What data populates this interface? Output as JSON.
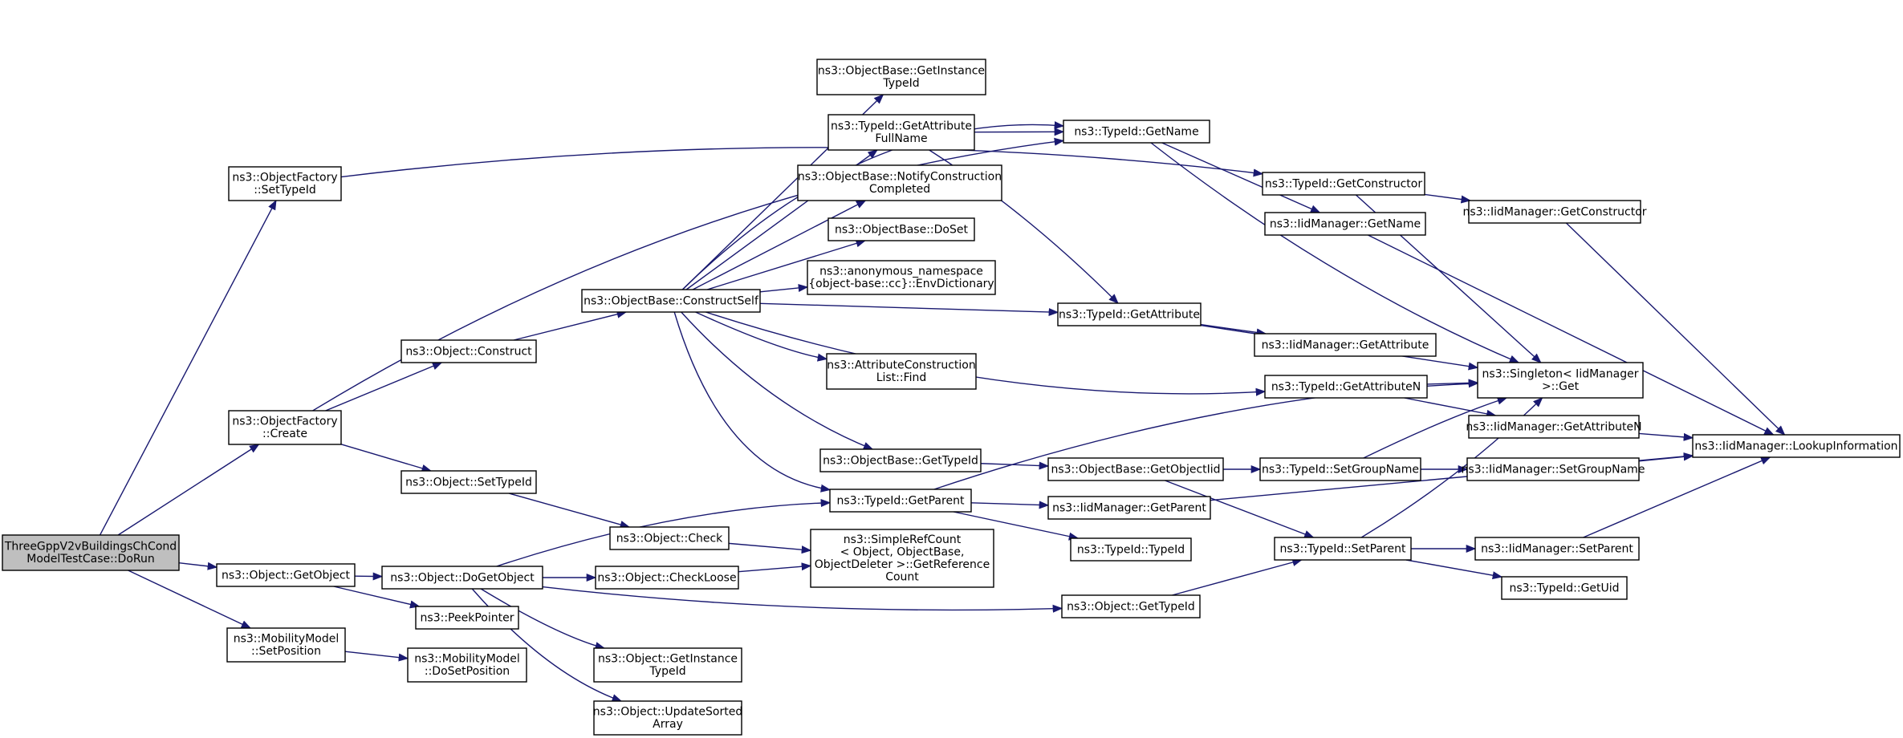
{
  "graph": {
    "edge_color": "#191970",
    "root_fill": "#bfbfbf",
    "nodes": [
      {
        "id": "root",
        "lines": [
          "ThreeGppV2vBuildingsChCond",
          "ModelTestCase::DoRun"
        ]
      },
      {
        "id": "of_settypeid",
        "lines": [
          "ns3::ObjectFactory",
          "::SetTypeId"
        ]
      },
      {
        "id": "of_create",
        "lines": [
          "ns3::ObjectFactory",
          "::Create"
        ]
      },
      {
        "id": "o_getobject",
        "lines": [
          "ns3::Object::GetObject"
        ]
      },
      {
        "id": "mm_setpos",
        "lines": [
          "ns3::MobilityModel",
          "::SetPosition"
        ]
      },
      {
        "id": "o_construct",
        "lines": [
          "ns3::Object::Construct"
        ]
      },
      {
        "id": "o_settypeid",
        "lines": [
          "ns3::Object::SetTypeId"
        ]
      },
      {
        "id": "o_dogetobject",
        "lines": [
          "ns3::Object::DoGetObject"
        ]
      },
      {
        "id": "peekpointer",
        "lines": [
          "ns3::PeekPointer"
        ]
      },
      {
        "id": "mm_dosetpos",
        "lines": [
          "ns3::MobilityModel",
          "::DoSetPosition"
        ]
      },
      {
        "id": "ob_constructself",
        "lines": [
          "ns3::ObjectBase::ConstructSelf"
        ]
      },
      {
        "id": "o_check",
        "lines": [
          "ns3::Object::Check"
        ]
      },
      {
        "id": "o_checkloose",
        "lines": [
          "ns3::Object::CheckLoose"
        ]
      },
      {
        "id": "o_getinstancetypeid",
        "lines": [
          "ns3::Object::GetInstance",
          "TypeId"
        ]
      },
      {
        "id": "o_updatesorted",
        "lines": [
          "ns3::Object::UpdateSorted",
          "Array"
        ]
      },
      {
        "id": "ob_getinstancetypeid",
        "lines": [
          "ns3::ObjectBase::GetInstance",
          "TypeId"
        ]
      },
      {
        "id": "t_getattrfullname",
        "lines": [
          "ns3::TypeId::GetAttribute",
          "FullName"
        ]
      },
      {
        "id": "ob_notify",
        "lines": [
          "ns3::ObjectBase::NotifyConstruction",
          "Completed"
        ]
      },
      {
        "id": "ob_doset",
        "lines": [
          "ns3::ObjectBase::DoSet"
        ]
      },
      {
        "id": "anon_envdict",
        "lines": [
          "ns3::anonymous_namespace",
          "{object-base::cc}::EnvDictionary"
        ]
      },
      {
        "id": "acl_find",
        "lines": [
          "ns3::AttributeConstruction",
          "List::Find"
        ]
      },
      {
        "id": "ob_gettypeid",
        "lines": [
          "ns3::ObjectBase::GetTypeId"
        ]
      },
      {
        "id": "t_getparent",
        "lines": [
          "ns3::TypeId::GetParent"
        ]
      },
      {
        "id": "simplerefcount",
        "lines": [
          "ns3::SimpleRefCount",
          "< Object, ObjectBase,",
          "ObjectDeleter >::GetReference",
          "Count"
        ]
      },
      {
        "id": "t_getname",
        "lines": [
          "ns3::TypeId::GetName"
        ]
      },
      {
        "id": "t_getattribute",
        "lines": [
          "ns3::TypeId::GetAttribute"
        ]
      },
      {
        "id": "ob_getobjectiid",
        "lines": [
          "ns3::ObjectBase::GetObjectIid"
        ]
      },
      {
        "id": "iid_getparent",
        "lines": [
          "ns3::IidManager::GetParent"
        ]
      },
      {
        "id": "t_typeid",
        "lines": [
          "ns3::TypeId::TypeId"
        ]
      },
      {
        "id": "o_gettypeid",
        "lines": [
          "ns3::Object::GetTypeId"
        ]
      },
      {
        "id": "t_getconstructor",
        "lines": [
          "ns3::TypeId::GetConstructor"
        ]
      },
      {
        "id": "iid_getname",
        "lines": [
          "ns3::IidManager::GetName"
        ]
      },
      {
        "id": "iid_getattribute",
        "lines": [
          "ns3::IidManager::GetAttribute"
        ]
      },
      {
        "id": "t_getattributen",
        "lines": [
          "ns3::TypeId::GetAttributeN"
        ]
      },
      {
        "id": "t_setgroupname",
        "lines": [
          "ns3::TypeId::SetGroupName"
        ]
      },
      {
        "id": "t_setparent",
        "lines": [
          "ns3::TypeId::SetParent"
        ]
      },
      {
        "id": "t_getuid",
        "lines": [
          "ns3::TypeId::GetUid"
        ]
      },
      {
        "id": "iid_getconstructor",
        "lines": [
          "ns3::IidManager::GetConstructor"
        ]
      },
      {
        "id": "singleton_get",
        "lines": [
          "ns3::Singleton< IidManager",
          ">::Get"
        ]
      },
      {
        "id": "iid_getattributen",
        "lines": [
          "ns3::IidManager::GetAttributeN"
        ]
      },
      {
        "id": "iid_setgroupname",
        "lines": [
          "ns3::IidManager::SetGroupName"
        ]
      },
      {
        "id": "iid_setparent",
        "lines": [
          "ns3::IidManager::SetParent"
        ]
      },
      {
        "id": "iid_lookup",
        "lines": [
          "ns3::IidManager::LookupInformation"
        ]
      }
    ],
    "edges": [
      [
        "root",
        "of_settypeid"
      ],
      [
        "root",
        "of_create"
      ],
      [
        "root",
        "o_getobject"
      ],
      [
        "root",
        "mm_setpos"
      ],
      [
        "of_settypeid",
        "t_getconstructor"
      ],
      [
        "of_create",
        "t_getname"
      ],
      [
        "of_create",
        "o_construct"
      ],
      [
        "of_create",
        "o_settypeid"
      ],
      [
        "o_getobject",
        "o_dogetobject"
      ],
      [
        "o_getobject",
        "peekpointer"
      ],
      [
        "mm_setpos",
        "mm_dosetpos"
      ],
      [
        "o_construct",
        "ob_constructself"
      ],
      [
        "o_settypeid",
        "o_check"
      ],
      [
        "o_dogetobject",
        "t_getparent"
      ],
      [
        "o_dogetobject",
        "o_checkloose"
      ],
      [
        "o_dogetobject",
        "o_gettypeid"
      ],
      [
        "o_dogetobject",
        "o_getinstancetypeid"
      ],
      [
        "o_dogetobject",
        "o_updatesorted"
      ],
      [
        "o_check",
        "simplerefcount"
      ],
      [
        "o_checkloose",
        "simplerefcount"
      ],
      [
        "ob_constructself",
        "t_getname"
      ],
      [
        "ob_constructself",
        "ob_getinstancetypeid"
      ],
      [
        "ob_constructself",
        "t_getattrfullname"
      ],
      [
        "ob_constructself",
        "ob_notify"
      ],
      [
        "ob_constructself",
        "ob_doset"
      ],
      [
        "ob_constructself",
        "anon_envdict"
      ],
      [
        "ob_constructself",
        "t_getattribute"
      ],
      [
        "ob_constructself",
        "acl_find"
      ],
      [
        "ob_constructself",
        "t_getattributen"
      ],
      [
        "ob_constructself",
        "ob_gettypeid"
      ],
      [
        "ob_constructself",
        "t_getparent"
      ],
      [
        "t_getattrfullname",
        "t_getname"
      ],
      [
        "t_getattrfullname",
        "t_getattribute"
      ],
      [
        "ob_gettypeid",
        "ob_getobjectiid"
      ],
      [
        "t_getparent",
        "singleton_get"
      ],
      [
        "t_getparent",
        "iid_getparent"
      ],
      [
        "t_getparent",
        "t_typeid"
      ],
      [
        "t_getname",
        "iid_getname"
      ],
      [
        "t_getname",
        "singleton_get"
      ],
      [
        "t_getattribute",
        "iid_getattribute"
      ],
      [
        "t_getattribute",
        "singleton_get"
      ],
      [
        "ob_getobjectiid",
        "t_setgroupname"
      ],
      [
        "ob_getobjectiid",
        "t_setparent"
      ],
      [
        "iid_getparent",
        "iid_lookup"
      ],
      [
        "o_gettypeid",
        "t_setparent"
      ],
      [
        "t_getconstructor",
        "iid_getconstructor"
      ],
      [
        "t_getconstructor",
        "singleton_get"
      ],
      [
        "iid_getname",
        "iid_lookup"
      ],
      [
        "t_getattributen",
        "singleton_get"
      ],
      [
        "t_getattributen",
        "iid_getattributen"
      ],
      [
        "t_setgroupname",
        "singleton_get"
      ],
      [
        "t_setgroupname",
        "iid_setgroupname"
      ],
      [
        "t_setparent",
        "singleton_get"
      ],
      [
        "t_setparent",
        "iid_setparent"
      ],
      [
        "t_setparent",
        "t_getuid"
      ],
      [
        "iid_getconstructor",
        "iid_lookup"
      ],
      [
        "iid_getattributen",
        "iid_lookup"
      ],
      [
        "iid_setgroupname",
        "iid_lookup"
      ],
      [
        "iid_setparent",
        "iid_lookup"
      ]
    ]
  }
}
